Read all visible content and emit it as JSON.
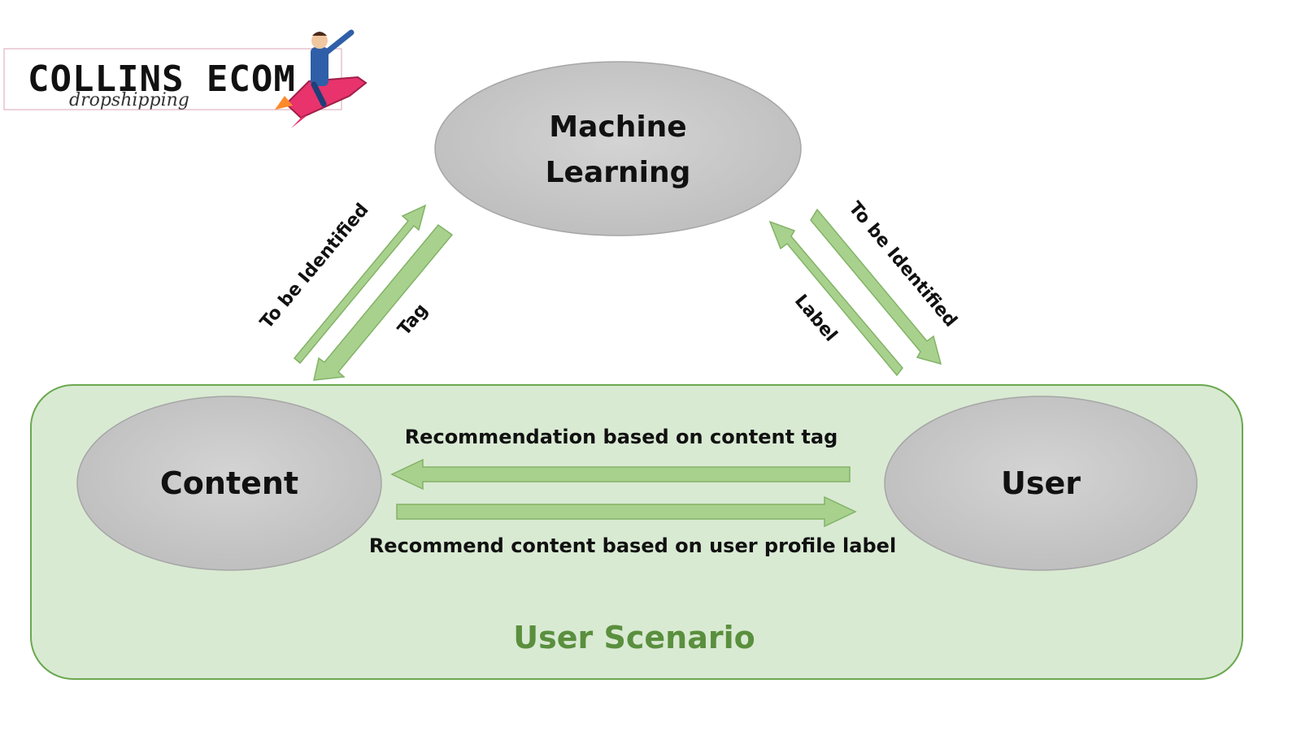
{
  "logo": {
    "brand": "COLLINS ECOM",
    "tagline": "dropshipping"
  },
  "diagram": {
    "nodes": {
      "machine_learning": {
        "line1": "Machine",
        "line2": "Learning"
      },
      "content": "Content",
      "user": "User"
    },
    "container_label": "User Scenario",
    "edges": {
      "content_to_ml": "To be Identified",
      "ml_to_content": "Tag",
      "ml_to_user": "To be Identified",
      "user_to_ml": "Label",
      "user_to_content": "Recommendation based on content tag",
      "content_to_user": "Recommend content based on user profile label"
    }
  },
  "colors": {
    "container_fill": "#d9ead3",
    "container_stroke": "#6aa84f",
    "arrow_fill": "#a9d18e",
    "arrow_stroke": "#82b366",
    "node_fill": "#c9c9c9",
    "scenario_text": "#5a8f3e",
    "logo_accent": "#e8336d"
  }
}
